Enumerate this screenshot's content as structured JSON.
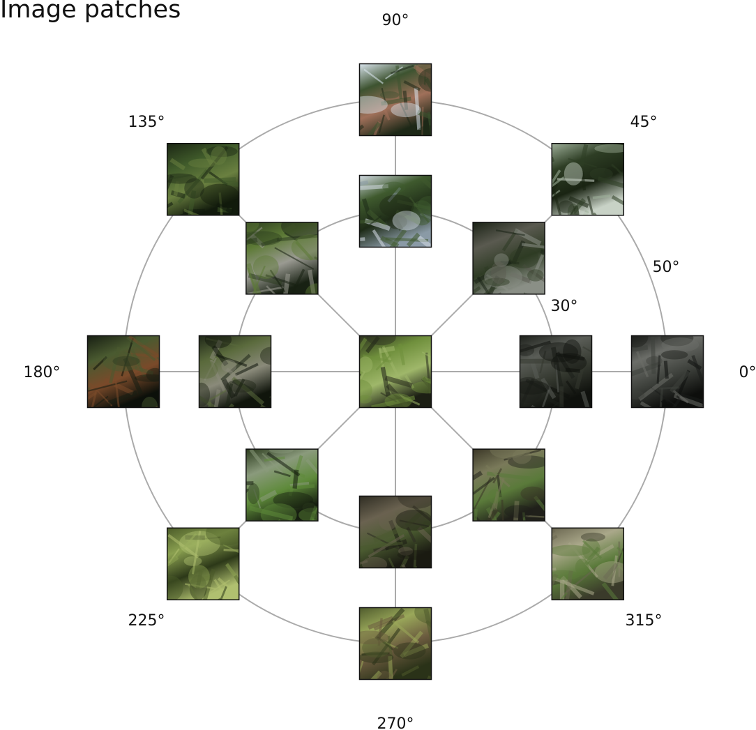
{
  "title": "Image patches",
  "axis": {
    "angle_labels": [
      "0°",
      "45°",
      "90°",
      "135°",
      "180°",
      "225°",
      "270°",
      "315°"
    ],
    "radius_labels": [
      "30°",
      "50°"
    ]
  },
  "colors": {
    "grid": "#aaaaaa",
    "frame": "#111111"
  },
  "patches": [
    {
      "angle": "center",
      "ring": "center",
      "scene": "grass with rocks",
      "c": [
        "#2a2e1e",
        "#6f8f3c",
        "#9fb76a",
        "#1c1f14"
      ]
    },
    {
      "angle": "90°",
      "ring": "30°",
      "scene": "pine branches sky",
      "c": [
        "#d5dde6",
        "#3f5a2e",
        "#1e2b17",
        "#8a9aa6"
      ]
    },
    {
      "angle": "90°",
      "ring": "50°",
      "scene": "tree trunk sky",
      "c": [
        "#dbe6ef",
        "#3d5330",
        "#a0705a",
        "#1d2817"
      ]
    },
    {
      "angle": "45°",
      "ring": "30°",
      "scene": "tree trunks",
      "c": [
        "#1a2215",
        "#5a5a50",
        "#2e3b24",
        "#8a8f86"
      ]
    },
    {
      "angle": "45°",
      "ring": "50°",
      "scene": "pine needles",
      "c": [
        "#9fb09a",
        "#2e3e25",
        "#1a2413",
        "#c8d2c6"
      ]
    },
    {
      "angle": "135°",
      "ring": "30°",
      "scene": "branches rock",
      "c": [
        "#2c3d1f",
        "#5d7a36",
        "#9a9a92",
        "#182113"
      ]
    },
    {
      "angle": "135°",
      "ring": "50°",
      "scene": "dense foliage",
      "c": [
        "#1b2614",
        "#3f5a2a",
        "#6a8040",
        "#111a0c"
      ]
    },
    {
      "angle": "0°",
      "ring": "30°",
      "scene": "dark rock",
      "c": [
        "#1c1f1a",
        "#5a5d57",
        "#34382f",
        "#0f110d"
      ]
    },
    {
      "angle": "0°",
      "ring": "50°",
      "scene": "rock surface",
      "c": [
        "#1a1c19",
        "#6b6d68",
        "#3e413c",
        "#0d0e0c"
      ]
    },
    {
      "angle": "180°",
      "ring": "30°",
      "scene": "trunk foliage",
      "c": [
        "#1e2617",
        "#5a6a3c",
        "#8a8a7a",
        "#10150c"
      ]
    },
    {
      "angle": "180°",
      "ring": "50°",
      "scene": "shrubs",
      "c": [
        "#161d12",
        "#4a5a30",
        "#7a4a2a",
        "#0c100a"
      ]
    },
    {
      "angle": "225°",
      "ring": "30°",
      "scene": "mossy rock",
      "c": [
        "#2a3a1c",
        "#8a9a7c",
        "#5e8a3a",
        "#161e10"
      ]
    },
    {
      "angle": "225°",
      "ring": "50°",
      "scene": "grass close",
      "c": [
        "#4a5a28",
        "#8aa050",
        "#2c3818",
        "#b0c070"
      ]
    },
    {
      "angle": "270°",
      "ring": "30°",
      "scene": "ground grass",
      "c": [
        "#2e2c22",
        "#6a6250",
        "#4a5a30",
        "#1a1a12"
      ]
    },
    {
      "angle": "270°",
      "ring": "50°",
      "scene": "grass blades",
      "c": [
        "#4e5a2c",
        "#9aa85a",
        "#6a5a3e",
        "#2a3218"
      ]
    },
    {
      "angle": "315°",
      "ring": "30°",
      "scene": "grass dirt",
      "c": [
        "#3a3626",
        "#7a7a5a",
        "#5a7a3a",
        "#20201a"
      ]
    },
    {
      "angle": "315°",
      "ring": "50°",
      "scene": "dry grass",
      "c": [
        "#6a6650",
        "#aaa88a",
        "#5a7a3a",
        "#3a3a2a"
      ]
    }
  ]
}
